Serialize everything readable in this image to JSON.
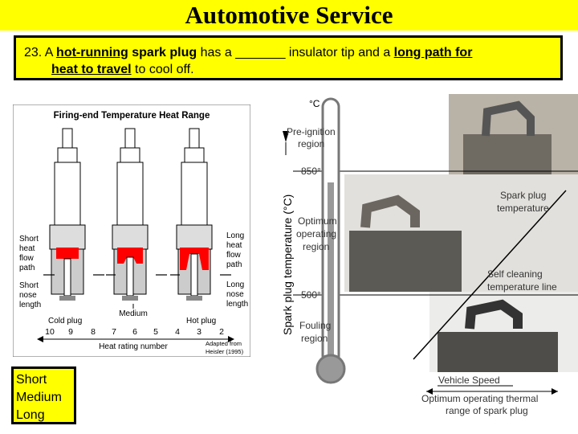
{
  "header": {
    "title": "Automotive Service"
  },
  "question": {
    "part1": "23. A ",
    "hot_running": "hot-running",
    "space1": " ",
    "spark_plug": "spark plug",
    "part2": " has a _______ insulator tip and a ",
    "long_path": "long path for",
    "heat_travel": "heat to travel",
    "part3": " to cool off."
  },
  "answers": [
    "Short",
    "Medium",
    "Long"
  ],
  "heat_range_chart": {
    "title": "Firing-end Temperature Heat Range",
    "left_labels": [
      "Short",
      "heat",
      "flow",
      "path"
    ],
    "left_nose": [
      "Short",
      "nose",
      "length"
    ],
    "right_labels": [
      "Long",
      "heat",
      "flow",
      "path"
    ],
    "right_nose": [
      "Long",
      "nose",
      "length"
    ],
    "cold_plug": "Cold plug",
    "medium": "Medium",
    "hot_plug": "Hot plug",
    "scale": [
      "10",
      "9",
      "8",
      "7",
      "6",
      "5",
      "4",
      "3",
      "2"
    ],
    "axis_label": "Heat rating number",
    "credit_line1": "Adapted from",
    "credit_line2": "Heisler (1995)"
  },
  "temperature_diagram": {
    "unit": "°C",
    "pre_ignition": [
      "Pre-ignition",
      "region"
    ],
    "temp_850": "850°",
    "optimum": [
      "Optimum",
      "operating",
      "region"
    ],
    "temp_500": "500°",
    "fouling": [
      "Fouling",
      "region"
    ],
    "vertical_axis": "Spark plug temperature (°C)",
    "spark_plug_temp": [
      "Spark plug",
      "temperature"
    ],
    "self_cleaning": [
      "Self cleaning",
      "temperature line"
    ],
    "vehicle_speed": "Vehicle Speed",
    "optimum_range": [
      "Optimum operating thermal",
      "range of spark plug"
    ]
  },
  "colors": {
    "title_bg": "#ffff00",
    "hot_zone": "#ff0000"
  }
}
